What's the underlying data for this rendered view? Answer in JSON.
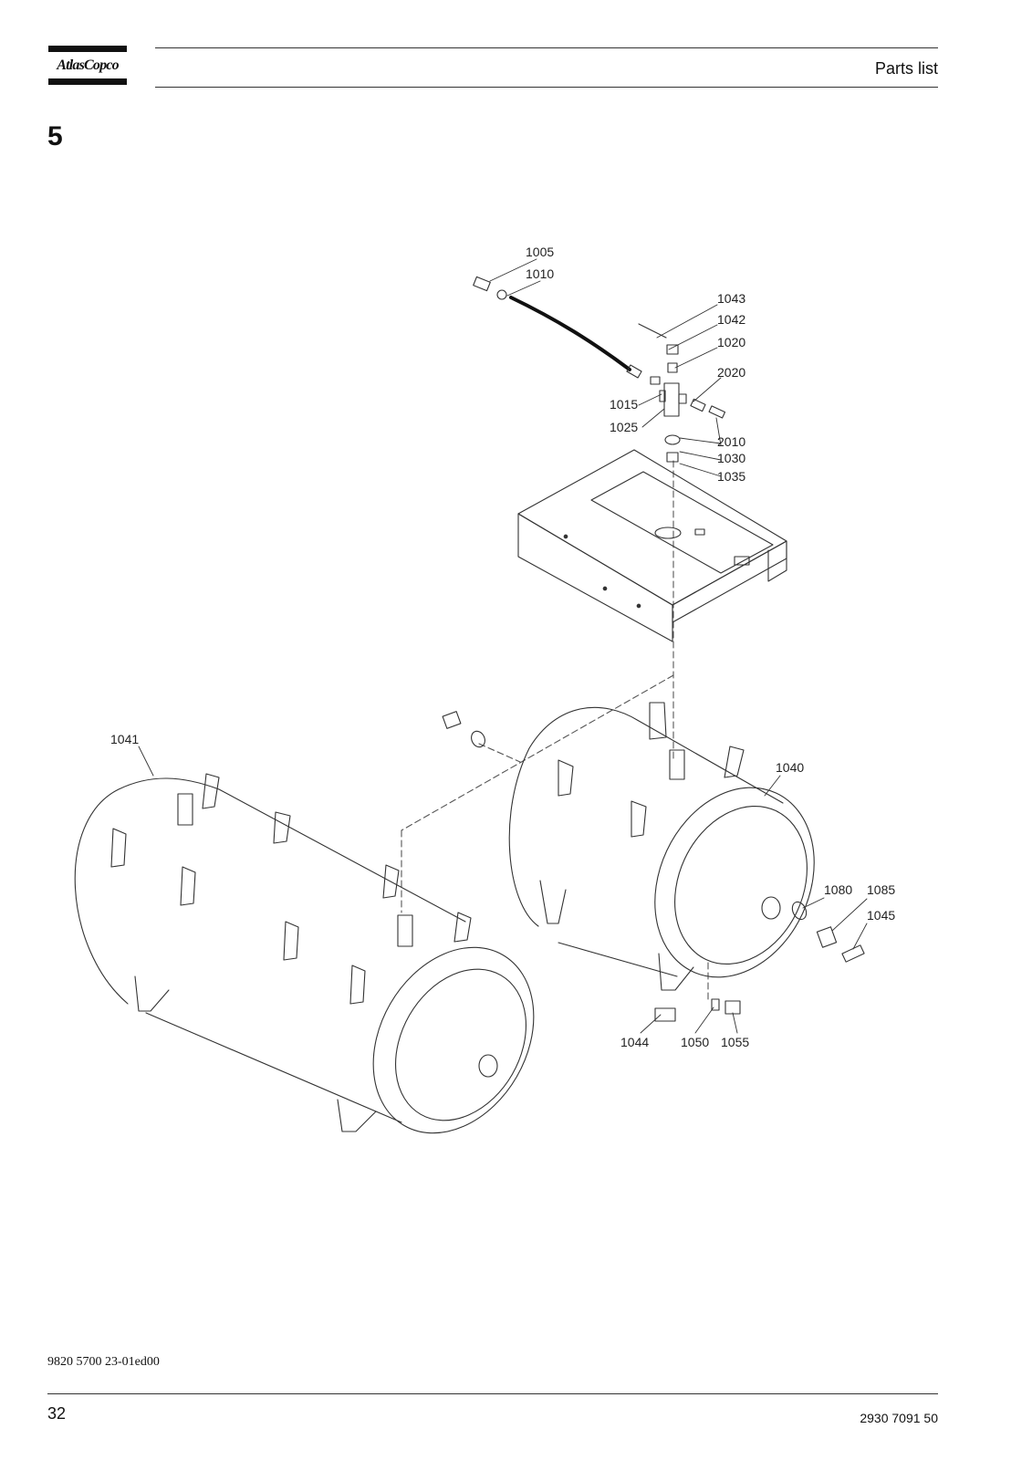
{
  "header": {
    "brand": "AtlasCopco",
    "title": "Parts list"
  },
  "section": {
    "number": "5"
  },
  "callouts": {
    "c1005": "1005",
    "c1010": "1010",
    "c1043": "1043",
    "c1042": "1042",
    "c1020": "1020",
    "c2020": "2020",
    "c1015": "1015",
    "c1025": "1025",
    "c2010": "2010",
    "c1030": "1030",
    "c1035": "1035",
    "c1041": "1041",
    "c1040": "1040",
    "c1080": "1080",
    "c1085": "1085",
    "c1045": "1045",
    "c1044": "1044",
    "c1050": "1050",
    "c1055": "1055"
  },
  "footer": {
    "doc_code": "9820 5700 23-01ed00",
    "page_number": "32",
    "part_number": "2930 7091 50"
  }
}
